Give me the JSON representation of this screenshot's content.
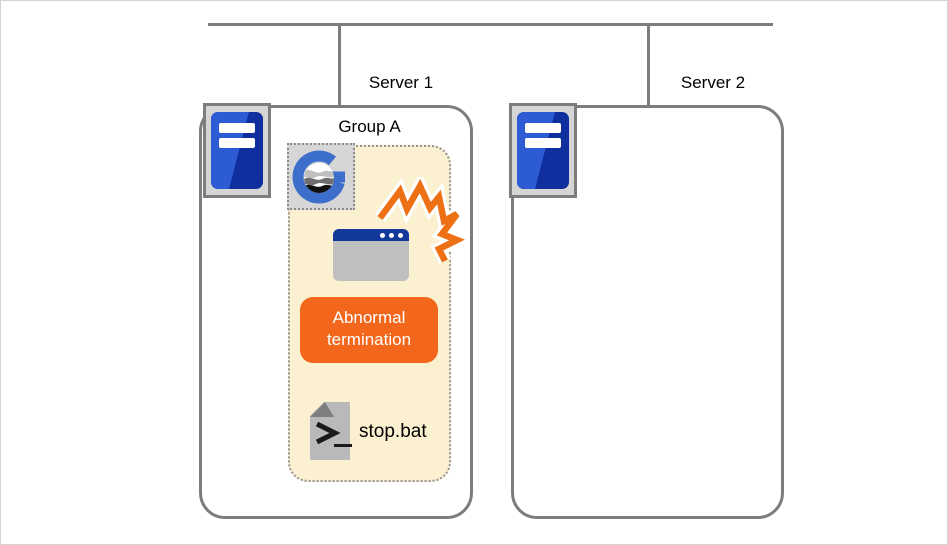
{
  "diagram_title": "Server failover diagram",
  "network": {
    "bus_line": "network-bus",
    "servers": [
      {
        "label": "Server 1"
      },
      {
        "label": "Server 2"
      }
    ]
  },
  "group": {
    "label": "Group A",
    "badge_text": "Abnormal termination",
    "script_label": "stop.bat"
  },
  "icons": {
    "server_icon": "server-tower-icon",
    "app_icon": "g-app-logo-icon",
    "window_icon": "application-window-icon",
    "crash_icon": "crash-burst-icon",
    "script_icon": "batch-file-icon"
  },
  "colors": {
    "line_gray": "#7d7d7d",
    "cream_background": "#fbf0d0",
    "badge_orange": "#f2671b",
    "crash_orange": "#ee7015",
    "server_blue_bright": "#2d5bd4",
    "server_blue_dark": "#0e2f9d",
    "window_title_blue": "#12389b",
    "g_logo_blue": "#3c6fcc"
  }
}
